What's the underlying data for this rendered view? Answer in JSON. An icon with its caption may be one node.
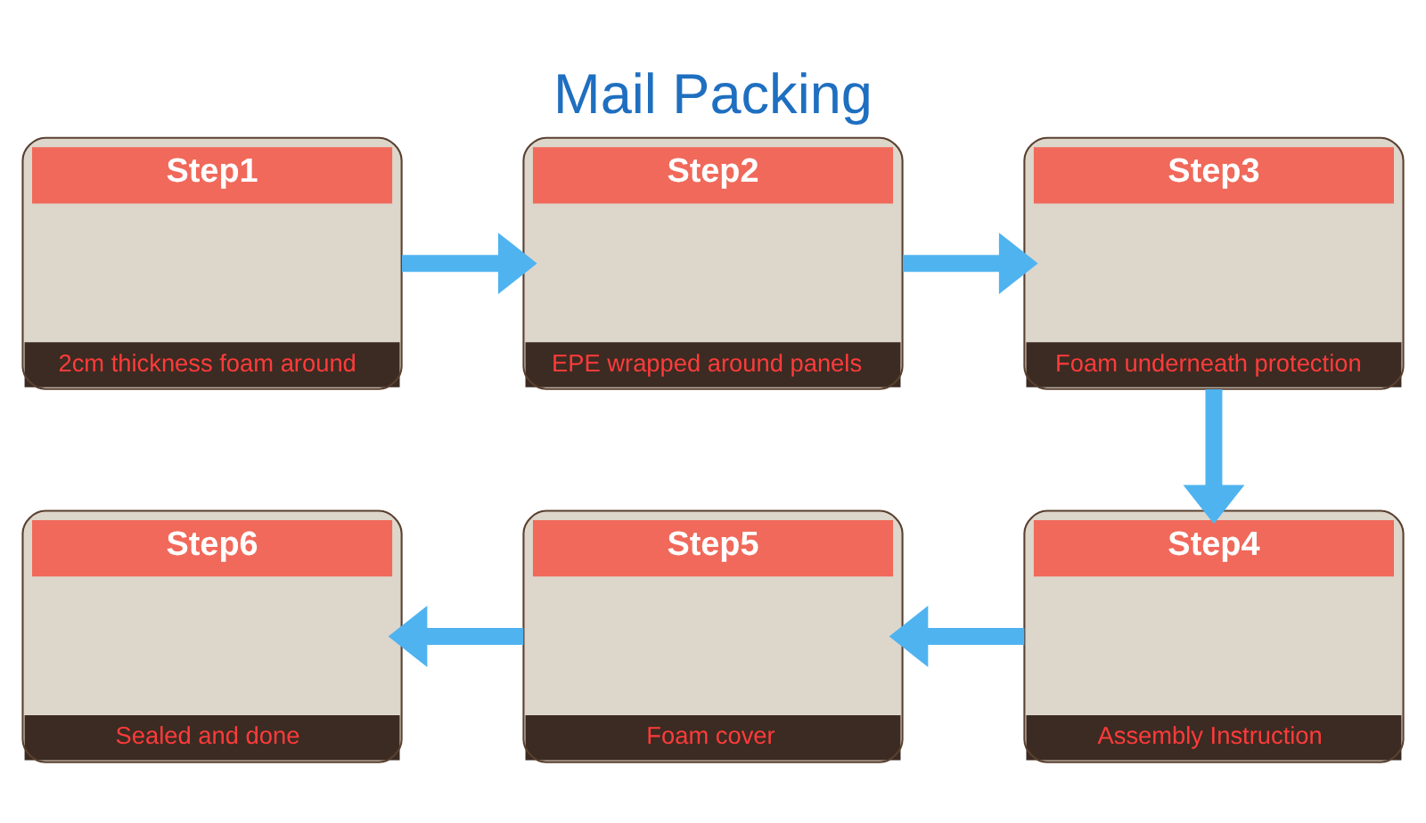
{
  "diagram": {
    "title": "Mail Packing",
    "nodes": [
      {
        "text": [
          "Step1",
          "2cm thickness foam around"
        ]
      },
      {
        "text": [
          "Step2",
          "EPE wrapped around panels"
        ]
      },
      {
        "text": [
          "Step3",
          "Foam underneath protection"
        ]
      },
      {
        "text": [
          "Step4",
          "Assembly Instruction"
        ]
      },
      {
        "text": [
          "Step5",
          "Foam cover"
        ]
      },
      {
        "text": [
          "Step6",
          "Sealed and done"
        ]
      }
    ],
    "edges": [
      {
        "from": 0,
        "to": 1,
        "arrow": "to"
      },
      {
        "from": 1,
        "to": 2,
        "arrow": "to"
      },
      {
        "from": 2,
        "to": 3,
        "arrow": "to"
      },
      {
        "from": 3,
        "to": 4,
        "arrow": "to"
      },
      {
        "from": 4,
        "to": 5,
        "arrow": "to"
      }
    ]
  }
}
